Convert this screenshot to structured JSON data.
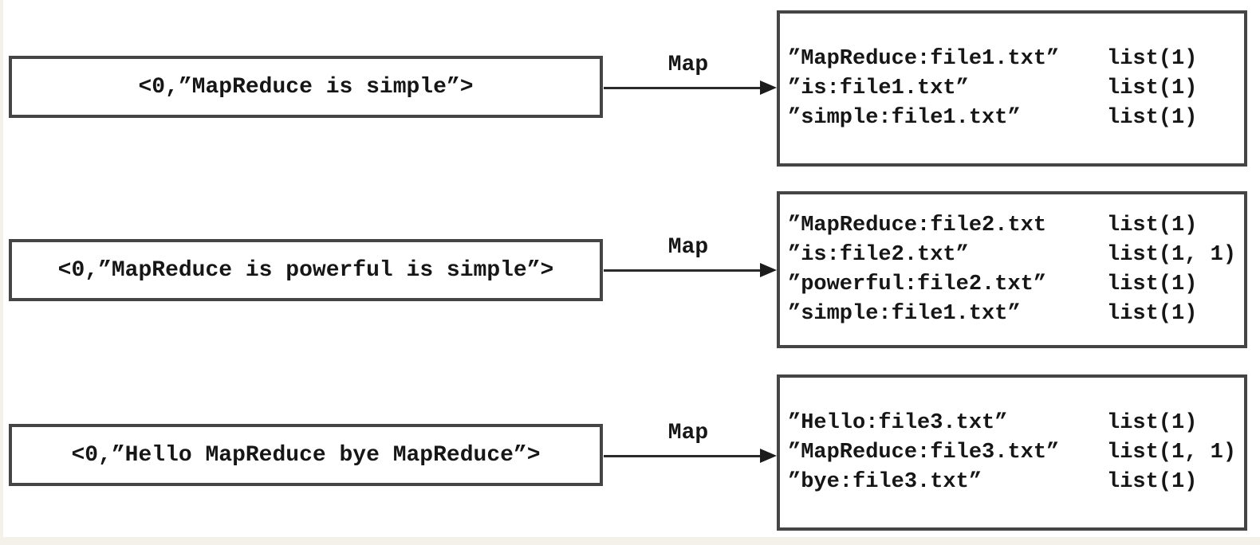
{
  "canvas": {
    "background": "#ffffff",
    "edge_strip_color": "#f3f1ea",
    "box_border_color": "#454545",
    "text_color": "#161616"
  },
  "rows": [
    {
      "input": "<0,”MapReduce is simple”>",
      "map_label": "Map",
      "outputs": [
        {
          "key": "”MapReduce:file1.txt”",
          "value": "list(1)"
        },
        {
          "key": "”is:file1.txt”",
          "value": "list(1)"
        },
        {
          "key": "”simple:file1.txt”",
          "value": "list(1)"
        }
      ]
    },
    {
      "input": "<0,”MapReduce is powerful is simple”>",
      "map_label": "Map",
      "outputs": [
        {
          "key": "”MapReduce:file2.txt",
          "value": "list(1)"
        },
        {
          "key": "”is:file2.txt”",
          "value": "list(1, 1)"
        },
        {
          "key": "”powerful:file2.txt”",
          "value": "list(1)"
        },
        {
          "key": "”simple:file1.txt”",
          "value": "list(1)"
        }
      ]
    },
    {
      "input": "<0,”Hello MapReduce bye MapReduce”>",
      "map_label": "Map",
      "outputs": [
        {
          "key": "”Hello:file3.txt”",
          "value": "list(1)"
        },
        {
          "key": "”MapReduce:file3.txt”",
          "value": "list(1, 1)"
        },
        {
          "key": "”bye:file3.txt”",
          "value": "list(1)"
        }
      ]
    }
  ]
}
